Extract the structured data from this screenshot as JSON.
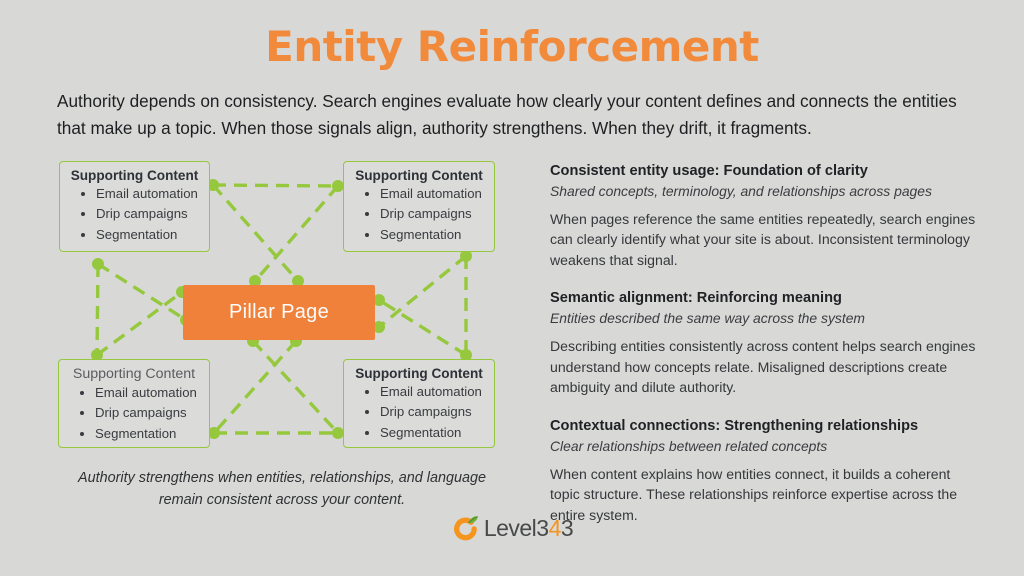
{
  "title": "Entity Reinforcement",
  "intro": "Authority depends on consistency. Search engines evaluate how clearly your content defines and connects the entities that make up a topic. When those signals align, authority strengthens. When they drift, it fragments.",
  "diagram": {
    "pillar_label": "Pillar Page",
    "boxes": [
      {
        "title": "Supporting Content",
        "items": [
          "Email automation",
          "Drip campaigns",
          "Segmentation"
        ]
      },
      {
        "title": "Supporting Content",
        "items": [
          "Email automation",
          "Drip campaigns",
          "Segmentation"
        ]
      },
      {
        "title": "Supporting Content",
        "items": [
          "Email automation",
          "Drip campaigns",
          "Segmentation"
        ]
      },
      {
        "title": "Supporting Content",
        "items": [
          "Email automation",
          "Drip campaigns",
          "Segmentation"
        ]
      }
    ],
    "caption": "Authority strengthens when entities, relationships, and language remain consistent across your content."
  },
  "sections": [
    {
      "heading": "Consistent entity usage: Foundation of clarity",
      "subheading": "Shared concepts, terminology, and relationships across pages",
      "body": "When pages reference the same entities repeatedly, search engines can clearly identify what your site is about. Inconsistent terminology weakens that signal."
    },
    {
      "heading": "Semantic alignment: Reinforcing meaning",
      "subheading": "Entities described the same way across the system",
      "body": "Describing entities consistently across content helps search engines understand how concepts relate. Misaligned descriptions create ambiguity and dilute authority."
    },
    {
      "heading": "Contextual connections: Strengthening relationships",
      "subheading": "Clear relationships between related concepts",
      "body": "When content explains how entities connect, it builds a coherent topic structure. These relationships reinforce expertise across the entire system."
    }
  ],
  "footer": {
    "logo_pre": "Level3",
    "logo_accent": "4",
    "logo_post": "3"
  },
  "colors": {
    "background": "#d8d8d6",
    "accent_orange": "#f28a3c",
    "pillar_orange": "#f0813a",
    "connector_green": "#96c83d",
    "logo_orange": "#f5941f"
  }
}
